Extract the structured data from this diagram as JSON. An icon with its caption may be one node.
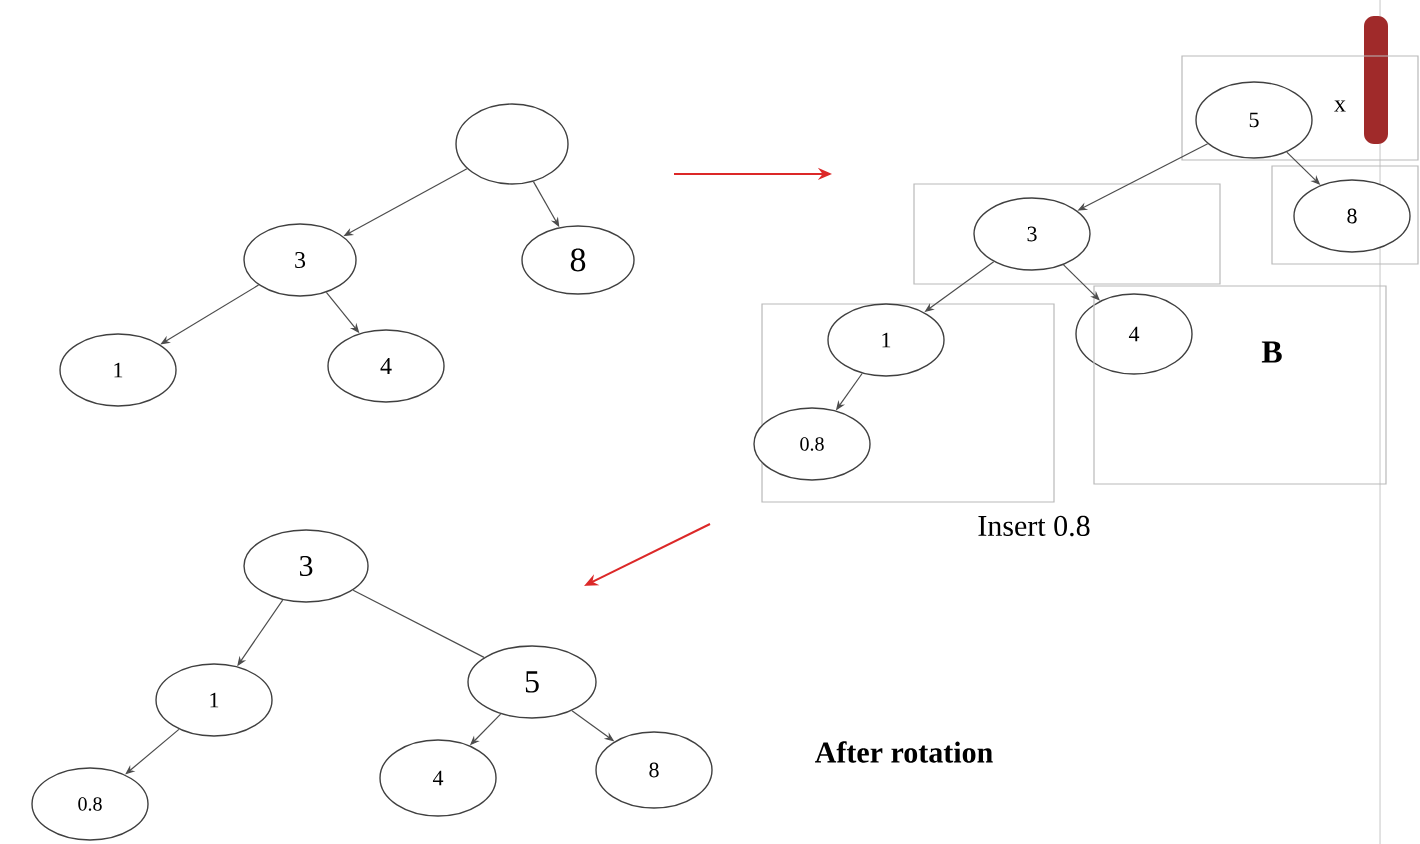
{
  "diagram": {
    "nodes": [
      {
        "text": [],
        "shape": "circle"
      },
      {
        "text": [
          "3"
        ]
      },
      {
        "text": [
          "8"
        ]
      },
      {
        "text": [
          "1"
        ]
      },
      {
        "text": [
          "4"
        ]
      },
      {
        "text": [
          "x"
        ]
      },
      {
        "text": [
          "5"
        ],
        "in": 5
      },
      {
        "text": [],
        "shape": "box"
      },
      {
        "text": [
          "3"
        ],
        "in": 7
      },
      {
        "text": [],
        "shape": "box"
      },
      {
        "text": [
          "8"
        ],
        "in": 9
      },
      {
        "text": [],
        "shape": "box"
      },
      {
        "text": [
          "1"
        ],
        "in": 11
      },
      {
        "text": [
          "0.8"
        ],
        "in": 11
      },
      {
        "text": [
          "4"
        ]
      },
      {
        "text": [
          "B"
        ]
      },
      {
        "text": [
          "3"
        ]
      },
      {
        "text": [
          "1"
        ]
      },
      {
        "text": [
          "5"
        ]
      },
      {
        "text": [
          "0.8"
        ]
      },
      {
        "text": [
          "4"
        ]
      },
      {
        "text": [
          "8"
        ]
      }
    ],
    "edges": [
      {
        "from": 0,
        "to": 1,
        "arrow": "to"
      },
      {
        "from": 0,
        "to": 2,
        "arrow": "to"
      },
      {
        "from": 1,
        "to": 3,
        "arrow": "to"
      },
      {
        "from": 1,
        "to": 4,
        "arrow": "to"
      },
      {
        "from": 6,
        "to": 8,
        "arrow": "to"
      },
      {
        "from": 6,
        "to": 10,
        "arrow": "to"
      },
      {
        "from": 8,
        "to": 12,
        "arrow": "to"
      },
      {
        "from": 8,
        "to": 14,
        "arrow": "to"
      },
      {
        "from": 12,
        "to": 13,
        "arrow": "to"
      },
      {
        "from": 16,
        "to": 17,
        "arrow": "to"
      },
      {
        "from": 16,
        "to": 18,
        "arrow": "none"
      },
      {
        "from": 17,
        "to": 19,
        "arrow": "to"
      },
      {
        "from": 18,
        "to": 20,
        "arrow": "to"
      },
      {
        "from": 18,
        "to": 21,
        "arrow": "to"
      }
    ],
    "labels": [
      "Insert 0.8",
      "After rotation"
    ]
  }
}
